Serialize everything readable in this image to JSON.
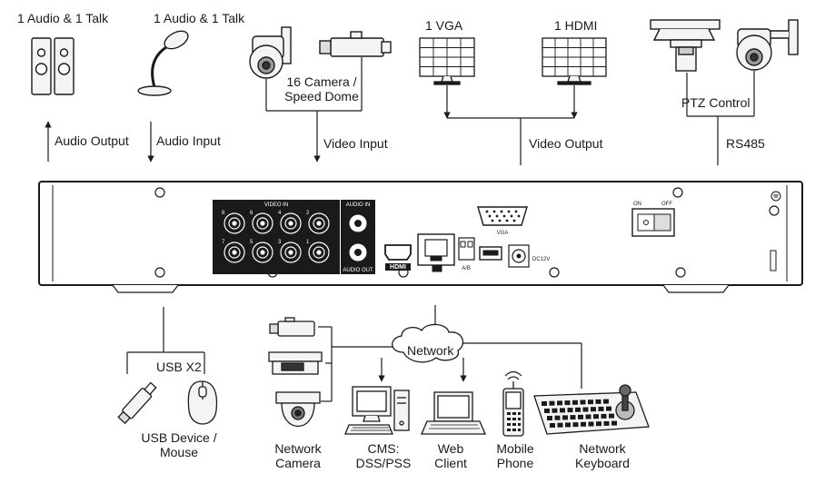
{
  "top": {
    "speaker_label": "1 Audio  & 1 Talk",
    "mic_label": "1 Audio & 1 Talk",
    "camera_label": "16  Camera /\nSpeed Dome",
    "vga_label": "1 VGA",
    "hdmi_label": "1 HDMI",
    "audio_output": "Audio  Output",
    "audio_input": "Audio  Input",
    "video_input": "Video Input",
    "video_output": "Video Output",
    "ptz_control": "PTZ Control",
    "rs485": "RS485"
  },
  "panel": {
    "video_in": "VIDEO IN",
    "audio_in": "AUDIO IN",
    "audio_out": "AUDIO OUT",
    "channel_numbers": [
      "8",
      "6",
      "4",
      "2",
      "7",
      "5",
      "3",
      "1"
    ],
    "hdmi_logo": "HDMI",
    "ab": "A/B",
    "vga": "VGA",
    "dc": "DC12V",
    "on": "ON",
    "off": "OFF"
  },
  "bottom": {
    "usb_x2": "USB X2",
    "usb_device": "USB Device /\nMouse",
    "network": "Network",
    "network_camera": "Network\nCamera",
    "cms": "CMS:\nDSS/PSS",
    "web_client": "Web\nClient",
    "mobile_phone": "Mobile\nPhone",
    "network_keyboard": "Network\nKeyboard"
  },
  "colors": {
    "line": "#1a1a1a",
    "panel_dark": "#1a1a1a",
    "device_fill": "#f4f4f4"
  }
}
